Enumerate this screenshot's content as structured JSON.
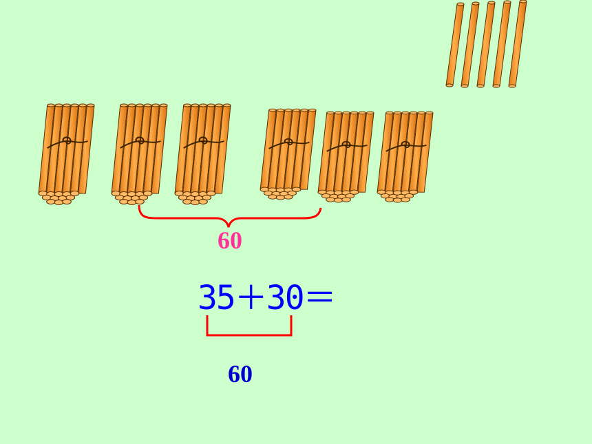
{
  "slide": {
    "bundle_count": 6,
    "loose_stick_count": 5,
    "brace_label": "60",
    "equation": "35＋30＝",
    "bracket_label": "60",
    "colors": {
      "background": "#ccffcc",
      "stick_fill": "#ff9933",
      "stick_outline": "#663300",
      "brace": "#ff0000",
      "brace_label": "#ff3399",
      "equation": "#0000ff",
      "bracket_label": "#0000cc"
    }
  }
}
